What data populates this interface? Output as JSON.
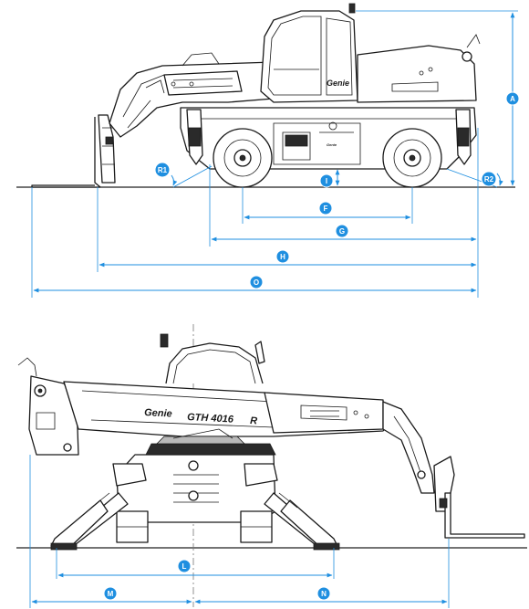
{
  "dimensions": {
    "A": "A",
    "F": "F",
    "G": "G",
    "H": "H",
    "O": "O",
    "I": "I",
    "R1": "R1",
    "R2": "R2",
    "L": "L",
    "M": "M",
    "N": "N"
  },
  "branding": {
    "cab_logo": "Genie",
    "plate_text": "Genie",
    "boom_logo": "Genie",
    "boom_model": "GTH 4016",
    "boom_suffix": "R"
  },
  "colors": {
    "dimension": "#1f8fe0",
    "outline": "#1a1a1a"
  }
}
